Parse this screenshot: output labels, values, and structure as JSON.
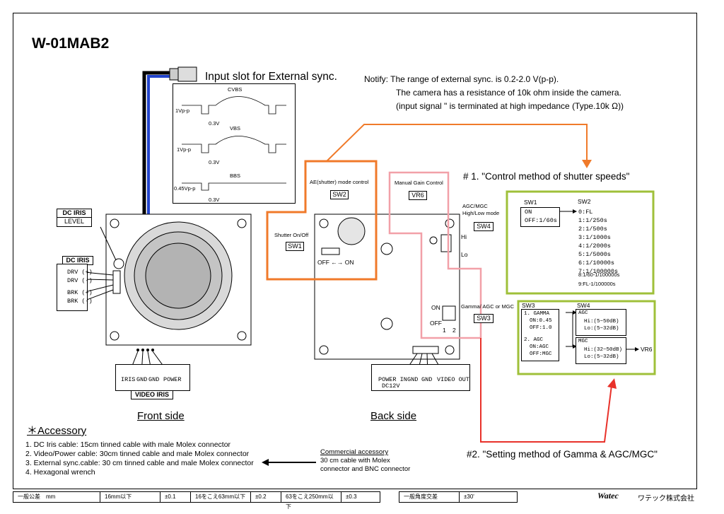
{
  "title": "W-01MAB2",
  "ext_sync": {
    "label": "Input slot for External sync.",
    "notify": [
      "Notify: The range of external sync. is 0.2-2.0 V(p-p).",
      "The camera has a resistance of 10k ohm inside the camera.",
      "(input signal \" is terminated at high impedance (Type.10k Ω))"
    ],
    "waves": [
      {
        "name": "CVBS",
        "amp": "1Vp-p",
        "base": "0.3V"
      },
      {
        "name": "VBS",
        "amp": "1Vp-p",
        "base": "0.3V"
      },
      {
        "name": "BBS",
        "amp": "0.45Vp-p",
        "base": "0.3V"
      }
    ]
  },
  "front": {
    "label": "Front side",
    "dc_iris_top": "DC IRIS",
    "level": "LEVEL",
    "dc_iris_left": "DC IRIS",
    "pins": [
      "DRV (+)",
      "DRV (-)",
      "BRK (+)",
      "BRK (-)"
    ],
    "bottom_pins": [
      "IRIS",
      "GND",
      "GND",
      "POWER"
    ],
    "video_iris": "VIDEO IRIS"
  },
  "back": {
    "label": "Back side",
    "ae_title": "AE(shutter) mode control",
    "sw2": "SW2",
    "shutter_onoff": "Shutter On/Off",
    "sw1": "SW1",
    "off_on": "OFF ←→ ON",
    "mgc_title": "Manual Gain Control",
    "vr6": "VR6",
    "agc_mgc": "AGC/MGC",
    "high_low": "High/Low mode",
    "sw4": "SW4",
    "hi": "Hi",
    "lo": "Lo",
    "on": "ON",
    "off": "OFF",
    "dip_nums": [
      "1",
      "2"
    ],
    "gamma_agc": "Gamma/ AGC or MGC",
    "sw3": "SW3",
    "bottom_pins": [
      "POWER IN",
      "GND",
      "GND",
      "VIDEO OUT"
    ],
    "dc12v": "DC12V"
  },
  "control": {
    "heading1": "# 1. \"Control method of shutter speeds\"",
    "sw1": "SW1",
    "sw1_lines": [
      "ON",
      "OFF:1/60s"
    ],
    "sw2": "SW2",
    "speeds": [
      "0:FL",
      "1:1/250s",
      "2:1/500s",
      "3:1/1000s",
      "4:1/2000s",
      "5:1/5000s",
      "6:1/10000s",
      "7:1/100000s",
      "8:1/60-1/100000s",
      "9:FL-1/100000s"
    ],
    "heading2": "#2. \"Setting method of Gamma & AGC/MGC\"",
    "sw3": "SW3",
    "sw4": "SW4",
    "gamma": [
      "1. GAMMA",
      "ON:0.45",
      "OFF:1.0"
    ],
    "agc_set": [
      "2. AGC",
      "ON:AGC",
      "OFF:MGC"
    ],
    "agc": [
      "AGC",
      "Hi:(5~50dB)",
      "Lo:(5~32dB)"
    ],
    "mgc": [
      "MGC",
      "Hi:(32~50dB)",
      "Lo:(5~32dB)"
    ],
    "vr6": "VR6"
  },
  "accessory": {
    "title": "＊Accessory",
    "items": [
      "1. DC Iris cable: 15cm tinned cable with male Molex connector",
      "2. Video/Power cable: 30cm tinned cable and male Molex connector",
      "3. External sync.cable: 30 cm tinned cable and male Molex connector",
      "4. Hexagonal wrench"
    ],
    "commercial_title": "Commercial accessory",
    "commercial": [
      "30 cm cable with Molex",
      "connector and BNC connector"
    ]
  },
  "footer": {
    "cells": [
      "一般公差　mm",
      "16mm以下",
      "±0.1",
      "16をこえ63mm以下",
      "±0.2",
      "63をこえ250mm以下",
      "±0.3"
    ],
    "angle": [
      "一般角度交差",
      "±30'"
    ],
    "brand": "Watec",
    "company": "ワテック株式会社"
  },
  "colors": {
    "orange": "#f07a2a",
    "pink": "#f2a0a8",
    "green": "#9fc03a",
    "red": "#e8312a",
    "blue": "#2244cc"
  }
}
